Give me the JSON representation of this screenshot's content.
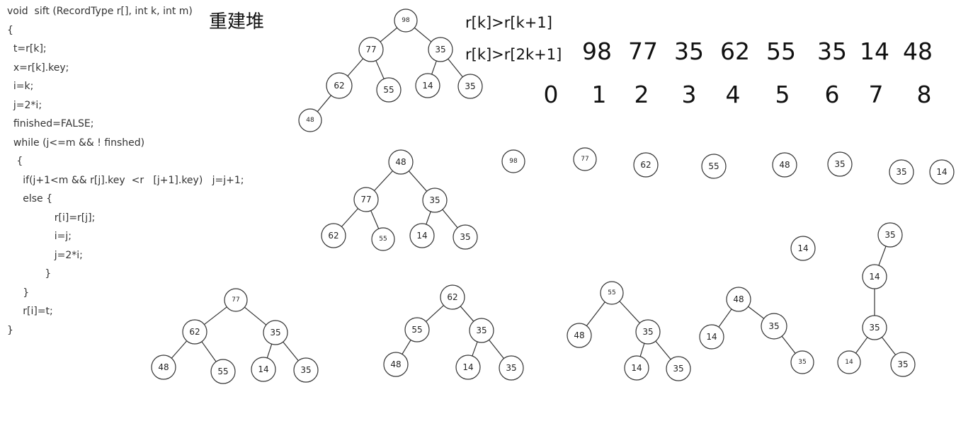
{
  "code_lines": [
    "void  sift (RecordType r[], int k, int m)",
    "{",
    "  t=r[k];",
    "  x=r[k].key;",
    "  i=k;",
    "  j=2*i;",
    "  finished=FALSE;",
    "  while (j<=m && ! finshed)",
    "   {",
    "     if(j+1<m && r[j].key  <r   [j+1].key)   j=j+1;",
    "     else {",
    "               r[i]=r[j];",
    "               i=j;",
    "               j=2*i;",
    "            }",
    "     }",
    "     r[i]=t;",
    "}"
  ],
  "title": "重建堆",
  "conditions": [
    "r[k]>r[k+1]",
    "r[k]>r[2k+1]"
  ],
  "array_values": [
    "98",
    "77",
    "35",
    "62",
    "55",
    "35",
    "14",
    "48"
  ],
  "array_indices": [
    "0",
    "1",
    "2",
    "3",
    "4",
    "5",
    "6",
    "7",
    "8"
  ],
  "nodes": [
    {
      "label": "98"
    },
    {
      "label": "77"
    },
    {
      "label": "35"
    },
    {
      "label": "62"
    },
    {
      "label": "55"
    },
    {
      "label": "14"
    },
    {
      "label": "35"
    },
    {
      "label": "48"
    },
    {
      "label": "48"
    },
    {
      "label": "77"
    },
    {
      "label": "35"
    },
    {
      "label": "62"
    },
    {
      "label": "55"
    },
    {
      "label": "14"
    },
    {
      "label": "35"
    },
    {
      "label": "98"
    },
    {
      "label": "77"
    },
    {
      "label": "62"
    },
    {
      "label": "55"
    },
    {
      "label": "48"
    },
    {
      "label": "35"
    },
    {
      "label": "35"
    },
    {
      "label": "14"
    },
    {
      "label": "14"
    },
    {
      "label": "35"
    },
    {
      "label": "14"
    },
    {
      "label": "77"
    },
    {
      "label": "62"
    },
    {
      "label": "35"
    },
    {
      "label": "48"
    },
    {
      "label": "55"
    },
    {
      "label": "14"
    },
    {
      "label": "35"
    },
    {
      "label": "62"
    },
    {
      "label": "55"
    },
    {
      "label": "35"
    },
    {
      "label": "48"
    },
    {
      "label": "14"
    },
    {
      "label": "35"
    },
    {
      "label": "55"
    },
    {
      "label": "48"
    },
    {
      "label": "35"
    },
    {
      "label": "14"
    },
    {
      "label": "35"
    },
    {
      "label": "48"
    },
    {
      "label": "14"
    },
    {
      "label": "35"
    },
    {
      "label": "35"
    },
    {
      "label": "35"
    },
    {
      "label": "14"
    },
    {
      "label": "35"
    }
  ]
}
